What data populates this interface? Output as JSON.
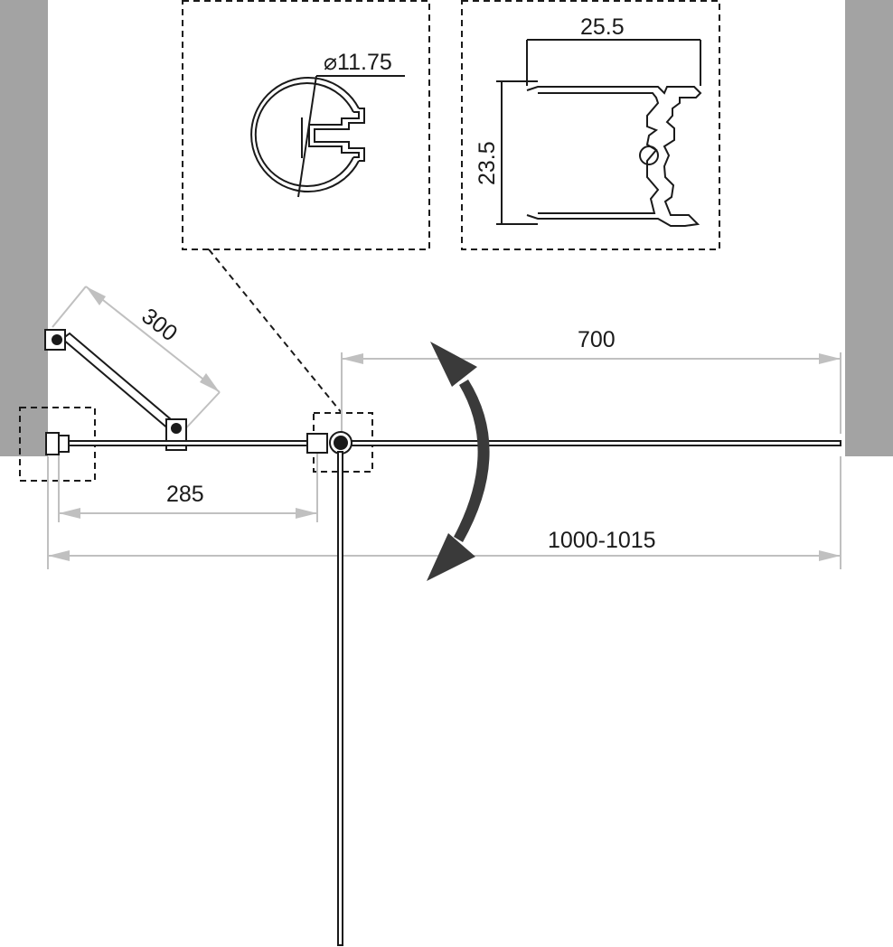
{
  "colors": {
    "wall": "#a3a3a3",
    "line": "#1a1a1a",
    "dimension": "#c0c0c0",
    "arrow": "#3a3a3a"
  },
  "dimensions": {
    "hinge_profile_diameter": "⌀11.75",
    "wall_profile_width": "25.5",
    "wall_profile_depth": "23.5",
    "support_bar_length": "300",
    "fixed_panel_width": "285",
    "door_width": "700",
    "overall_width": "1000-1015"
  },
  "icons": {
    "swing_direction": "double-arrow-icon"
  }
}
